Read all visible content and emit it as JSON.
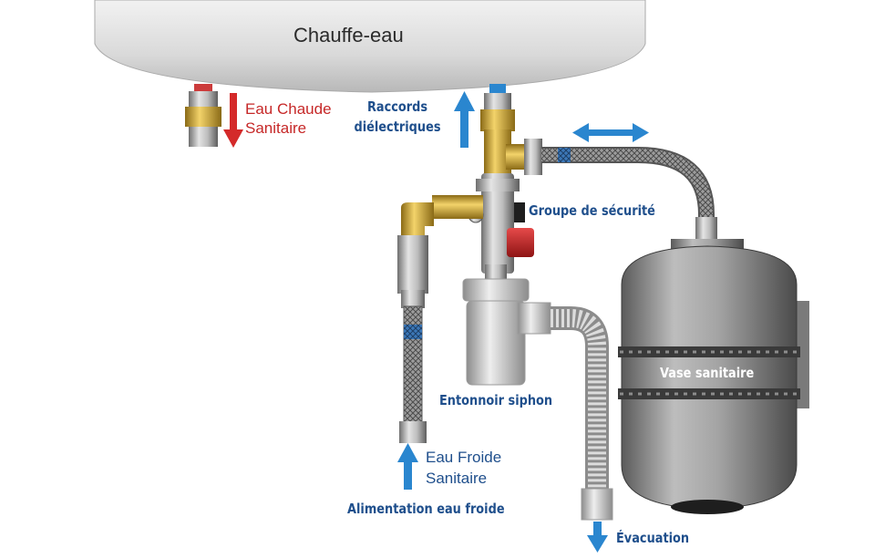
{
  "labels": {
    "heater": "Chauffe-eau",
    "hot_water": [
      "Eau Chaude",
      "Sanitaire"
    ],
    "dielectric_fittings": [
      "Raccords",
      "diélectriques"
    ],
    "safety_group": "Groupe de sécurité",
    "funnel_siphon": "Entonnoir siphon",
    "cold_water": [
      "Eau Froide",
      "Sanitaire"
    ],
    "cold_supply": "Alimentation eau froide",
    "expansion_vessel": "Vase sanitaire",
    "drain": "Évacuation"
  },
  "colors": {
    "hot_arrow": "#d42a2a",
    "cold_arrow": "#2a86cf",
    "label_blue": "#1f4f8c",
    "label_red": "#c62828",
    "label_dark": "#2b2b2b",
    "brass": "#c9a23a",
    "steel": "#9a9a9a"
  }
}
